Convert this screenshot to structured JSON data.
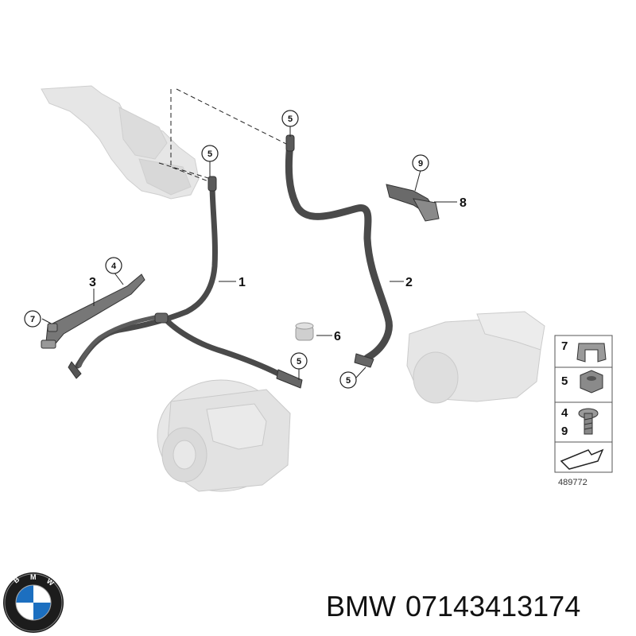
{
  "diagram": {
    "callouts": {
      "c1": "1",
      "c2": "2",
      "c3": "3",
      "c4": "4",
      "c5a": "5",
      "c5b": "5",
      "c5c": "5",
      "c5d": "5",
      "c6": "6",
      "c7": "7",
      "c8": "8",
      "c9": "9"
    },
    "legend": {
      "row1": "7",
      "row2": "5",
      "row3a": "4",
      "row3b": "9"
    },
    "reference_number": "489772"
  },
  "caption": {
    "brand": "BMW",
    "part_number": "07143413174"
  },
  "colors": {
    "cable": "#4a4a4a",
    "cable_highlight": "#6e6e6e",
    "ghost_part": "#e4e4e4",
    "ghost_stroke": "#c8c8c8"
  }
}
